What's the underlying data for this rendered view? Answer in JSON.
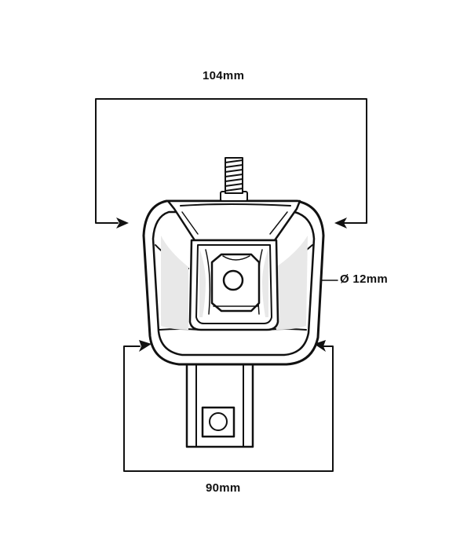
{
  "diagram": {
    "dimensions": {
      "top_width": "104mm",
      "bottom_width": "90mm",
      "bolt_diameter": "Ø 12mm"
    },
    "colors": {
      "ink": "#111111",
      "background": "#ffffff",
      "shade": "#e8e8e8"
    }
  }
}
